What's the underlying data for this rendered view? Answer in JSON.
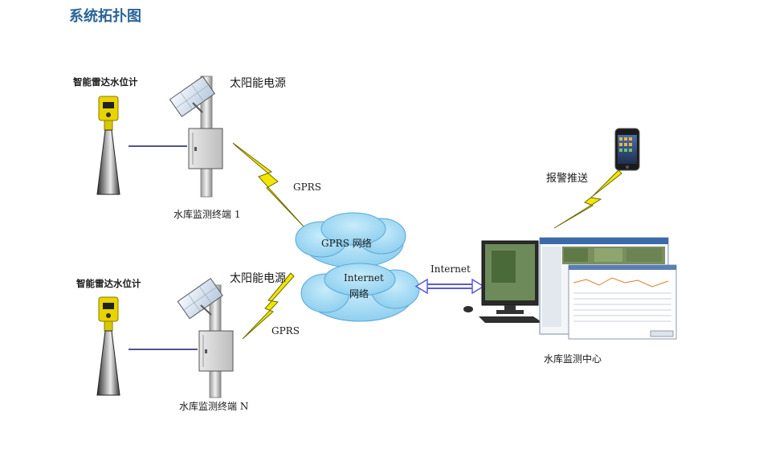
{
  "page": {
    "title": "系统拓扑图"
  },
  "sensors": [
    {
      "label": "智能雷达水位计"
    },
    {
      "label": "智能雷达水位计"
    }
  ],
  "solar": [
    {
      "label": "太阳能电源"
    },
    {
      "label": "太阳能电源"
    }
  ],
  "terminals": [
    {
      "label": "水库监测终端 1"
    },
    {
      "label": "水库监测终端 N"
    }
  ],
  "links": {
    "gprs_top": "GPRS",
    "gprs_bottom": "GPRS",
    "internet": "Internet",
    "alarm_push": "报警推送"
  },
  "cloud": {
    "gprs_network": "GPRS 网络",
    "internet_line1": "Internet",
    "internet_line2": "网络"
  },
  "center": {
    "label": "水库监测中心"
  },
  "colors": {
    "title": "#2a6496",
    "cloud_fill": "#9fd7f2",
    "lightning": "#f2e600",
    "link_line": "#1a1a66",
    "arrow": "#5b5bd6"
  }
}
